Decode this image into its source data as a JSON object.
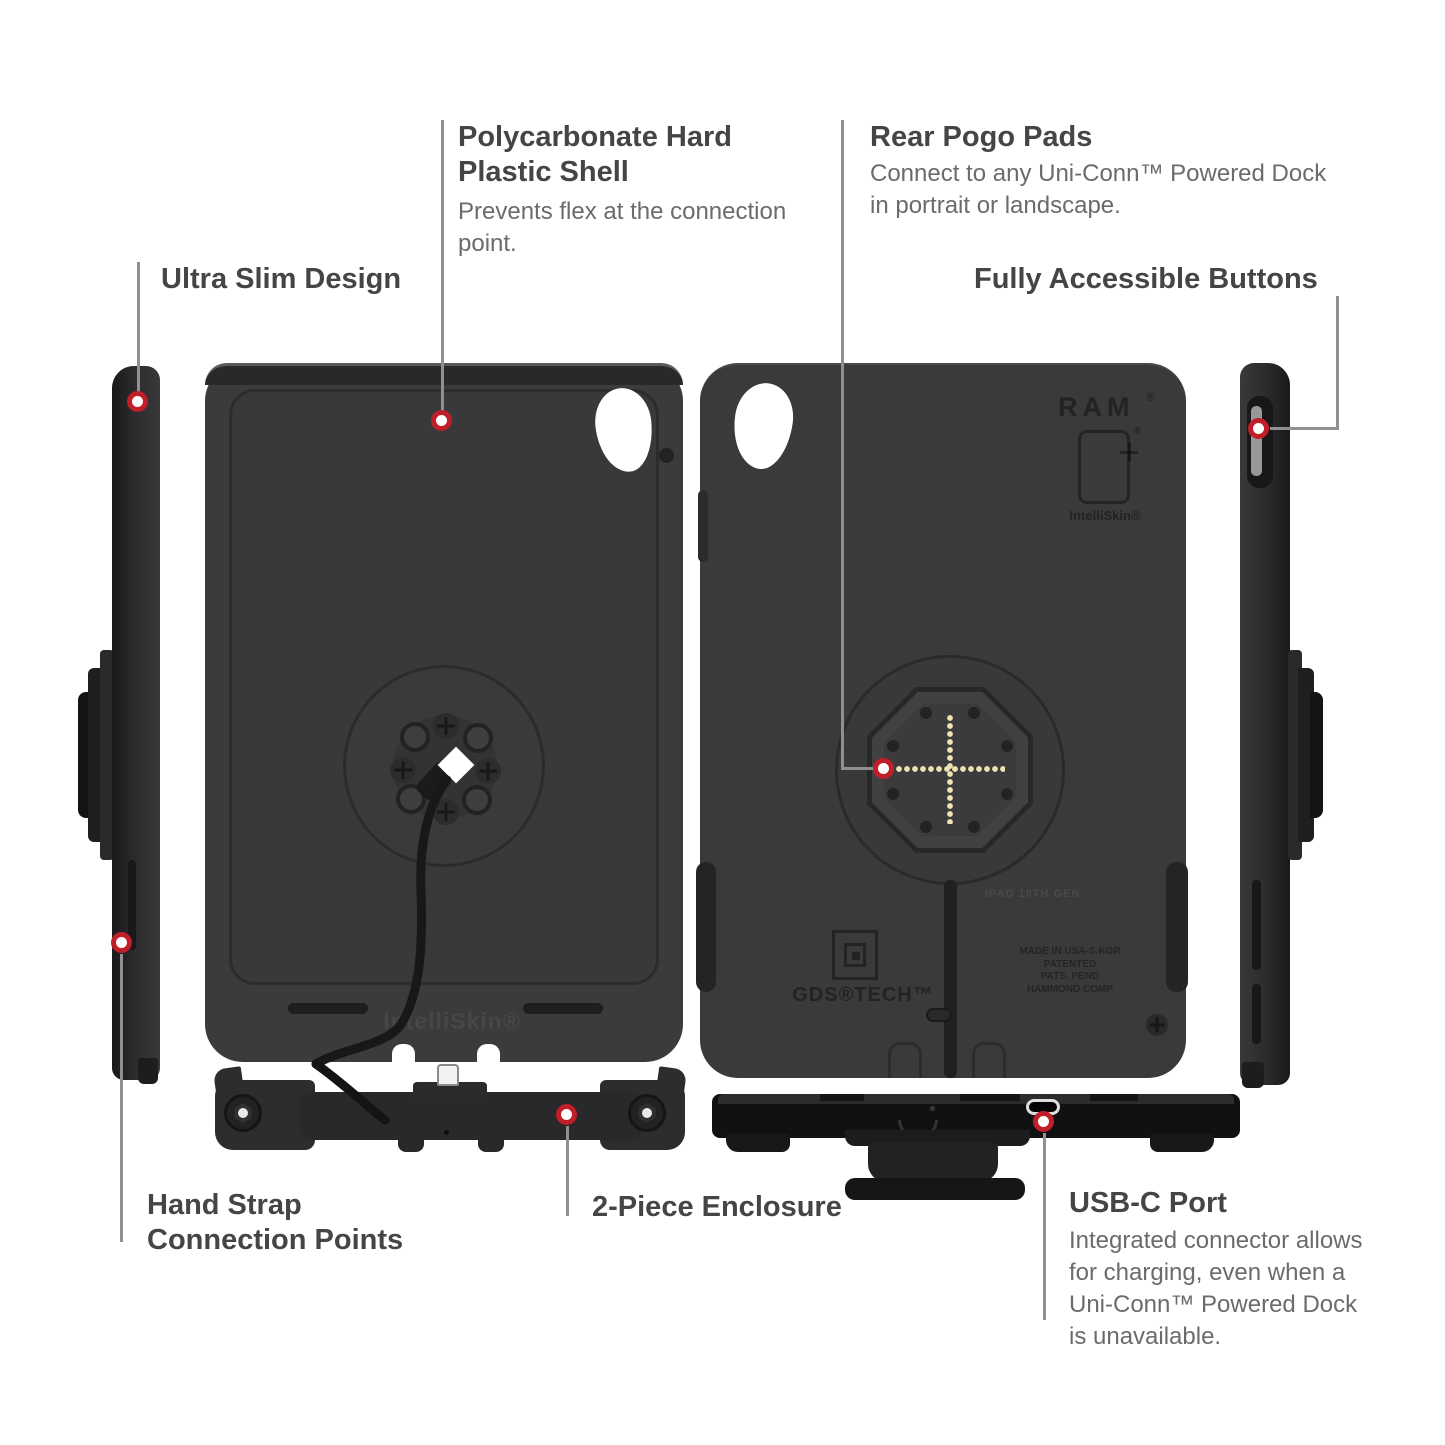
{
  "callouts": {
    "polycarbonate": {
      "title": [
        "Polycarbonate Hard",
        "Plastic Shell"
      ],
      "body": [
        "Prevents flex at the connection",
        "point."
      ]
    },
    "rear_pogo_pads": {
      "title": "Rear Pogo Pads",
      "body": [
        "Connect to any Uni-Conn™ Powered Dock",
        "in portrait or landscape."
      ]
    },
    "ultra_slim": {
      "title": "Ultra Slim Design"
    },
    "fully_accessible_buttons": {
      "title": "Fully Accessible Buttons"
    },
    "hand_strap": {
      "title": [
        "Hand Strap",
        "Connection Points"
      ]
    },
    "two_piece_enclosure": {
      "title": "2-Piece Enclosure"
    },
    "usb_c_port": {
      "title": "USB-C Port",
      "body": [
        "Integrated connector allows",
        "for charging, even when a",
        "Uni-Conn™ Powered Dock",
        "is unavailable."
      ]
    }
  },
  "engravings": {
    "ram_logo": "RAM",
    "ram_reg": "®",
    "intelliskin_logo_reg": "®",
    "intelliskin_back": "IntelliSkin®",
    "intelliskin_front": "IntelliSkin®",
    "gds_tech": "GDS®TECH™",
    "ipad_gen": "IPAD 10TH GEN",
    "made_in": [
      "MADE IN USA-S.KOR",
      "PATENTED",
      "PATS. PEND",
      "HAMMOND COMP"
    ]
  },
  "colors": {
    "background": "#ffffff",
    "device_body": "#3a3a3c",
    "callout_line": "#909092",
    "marker_ring": "#c01e28",
    "heading_text": "#454547",
    "body_text": "#6b6b6b",
    "pogo_dot": "#efe3b2"
  }
}
